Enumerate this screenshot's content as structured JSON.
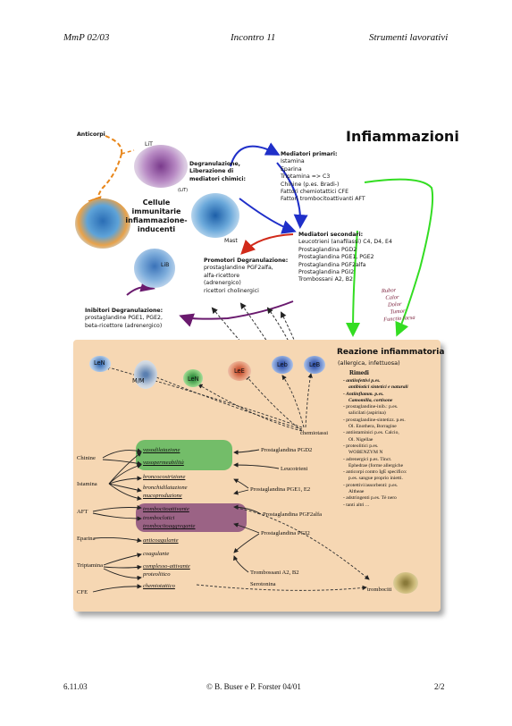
{
  "header": {
    "left": "MmP 02/03",
    "center": "Incontro 11",
    "right": "Strumenti lavorativi"
  },
  "footer": {
    "left": "6.11.03",
    "center": "© B. Buser e P. Forster 04/01",
    "right": "2/2"
  },
  "title": "Infiammazioni",
  "top": {
    "anticorpi": "Anticorpi",
    "lit": "LiT",
    "lit_small": "(LiT)",
    "lib": "LiB",
    "mast": "Mast",
    "degranulazione": [
      "Degranulazione,",
      "Liberazione di",
      "mediatori chimici:"
    ],
    "cellule": [
      "Cellule",
      "immunitarie",
      "infiammazione-",
      "inducenti"
    ],
    "mediatori_primari": {
      "heading": "Mediatori primari:",
      "items": [
        "Istamina",
        "Eparina",
        "Triptamina => C3",
        "Chinine (p.es. Bradi-)",
        "Fattori chemiotattici CFE",
        "Fattori trombocitoattivanti AFT"
      ]
    },
    "mediatori_secondari": {
      "heading": "Mediatori secondari:",
      "items": [
        "Leucotrieni (anafilassi) C4, D4, E4",
        "Prostaglandina PGD2",
        "Prostaglandina PGE1, PGE2",
        "Prostaglandina PGF2alfa",
        "Prostaglandina PGI2",
        "Trombossani A2, B2"
      ]
    },
    "promotori": {
      "heading": "Promotori Degranulazione:",
      "items": [
        "prostaglandine PGF2alfa,",
        "alfa-ricettore",
        "(adrenergico)",
        "ricettori cholinergici"
      ]
    },
    "inibitori": {
      "heading": "Inibitori Degranulazione:",
      "items": [
        "prostaglandine PGE1, PGE2,",
        "beta-ricettore (adrenergico)"
      ]
    },
    "signs": [
      "Rubor",
      "Calor",
      "Dolor",
      "Tumor",
      "Functio laesa"
    ]
  },
  "panel": {
    "cells": [
      "LeN",
      "M/M",
      "LeN",
      "LeE",
      "Leb",
      "LeB"
    ],
    "reazione": {
      "title": "Reazione infiammatoria",
      "subtitle": "(allergica, infettuosa)",
      "rimedi": "Rimedi",
      "items": [
        "- antiinfettivi p.es.",
        "antibiotici sintetici e naturali",
        "- Antiinflamm. p.es.",
        "Camomilla, cortisone",
        "- prostaglandine-inib.: p.es.",
        "salicilati (aspirina)",
        "- prostaglandine-sintetizz. p.es.",
        "Ol. Enothera, Borragine",
        "- antiistaminici p.es. Calcio,",
        "Ol. Nigellae",
        "- proteolitici p.es.",
        "WOBENZYM N",
        "- adrenergici p.es. Tinct.",
        "Ephedrae (forme allergiche",
        "- anticorpi contro IgE specifico:",
        "p.es. sangue proprio inietti.",
        "- protettivi/assorbenti: p.es.",
        "Altheae",
        "- adstringenti p.es. Tè nero",
        "- tanti altri ..."
      ]
    },
    "left": [
      "Chinine",
      "Istamina",
      "AFT",
      "Eparina",
      "Triptamina",
      "CFE"
    ],
    "effects": [
      "vasodilatazione",
      "vasopermeabilità",
      "broncocostrizione",
      "bronchidilatazione",
      "mucoproduzione",
      "trombocitoattivante",
      "tromboclotici",
      "trombocitoaggregante",
      "anticoagulante",
      "coagulante",
      "complesso-attivante",
      "proteolitico",
      "chemiotattico"
    ],
    "mediators": [
      "chemiotassi",
      "Prostaglandina PGD2",
      "Leucotrieni",
      "Prostaglandina PGE1, E2",
      "Prostaglandina PGF2alfa",
      "Prostaglandina PGI2",
      "Trombossani A2, B2",
      "Serotonina",
      "trombociti"
    ]
  },
  "colors": {
    "panel": "#f6d7b3",
    "green": "#5cb85c",
    "purple": "#8b4f7d",
    "blue": "#1f2fc9",
    "red": "#d12a1a",
    "lime": "#33dd22",
    "orange": "#e8861a",
    "violet": "#6a1a6e",
    "signs": "#7a1f3a"
  }
}
